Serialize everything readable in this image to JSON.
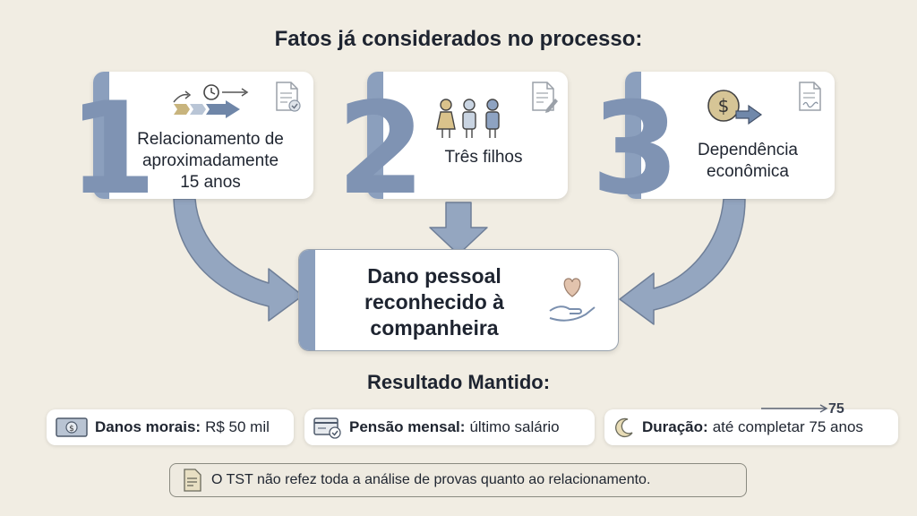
{
  "title": "Fatos já considerados no processo:",
  "facts": [
    {
      "number": "1",
      "lines": [
        "Relacionamento de",
        "aproximadamente",
        "15 anos"
      ],
      "icon": "timeline-arrows-clock-icon"
    },
    {
      "number": "2",
      "lines": [
        "Três filhos"
      ],
      "icon": "three-children-icon"
    },
    {
      "number": "3",
      "lines": [
        "Dependência",
        "econômica"
      ],
      "icon": "dollar-coin-arrow-icon"
    }
  ],
  "center": {
    "lines": [
      "Dano pessoal",
      "reconhecido à",
      "companheira"
    ],
    "icon": "hand-heart-icon"
  },
  "result_title": "Resultado Mantido:",
  "results": [
    {
      "label": "Danos morais:",
      "value": "R$ 50 mil",
      "icon": "banknote-icon"
    },
    {
      "label": "Pensão mensal:",
      "value": "último salário",
      "icon": "payment-card-check-icon"
    },
    {
      "label": "Duração:",
      "value": "até completar 75 anos",
      "icon": "crescent-moon-icon",
      "marker": "75"
    }
  ],
  "note": "O TST não refez toda a análise de provas quanto ao relacionamento.",
  "colors": {
    "background": "#f1ede3",
    "accent": "#8b9fbd",
    "number": "#7f93b3",
    "arrow": "#94a6c0",
    "text": "#1f2530"
  }
}
